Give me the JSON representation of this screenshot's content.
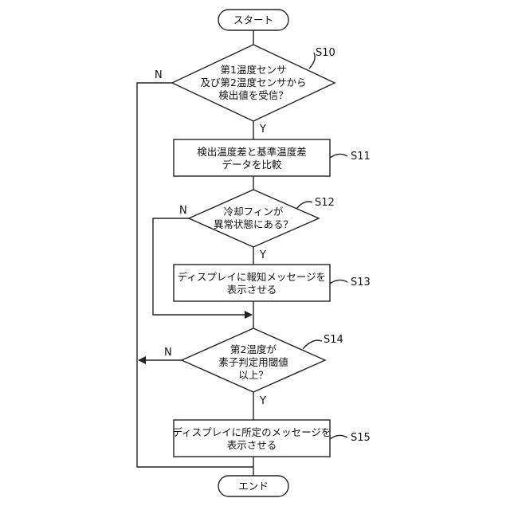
{
  "nodes": {
    "start": {
      "text": [
        "スタート"
      ]
    },
    "s10": {
      "step": "S10",
      "text": [
        "第1温度センサ",
        "及び第2温度センサから",
        "検出値を受信？"
      ]
    },
    "s11": {
      "step": "S11",
      "text": [
        "検出温度差と基準温度差",
        "データを比較"
      ]
    },
    "s12": {
      "step": "S12",
      "text": [
        "冷却フィンが",
        "異常状態にある？"
      ]
    },
    "s13": {
      "step": "S13",
      "text": [
        "ディスプレイに報知メッセージを",
        "表示させる"
      ]
    },
    "s14": {
      "step": "S14",
      "text": [
        "第2温度が",
        "素子判定用閾値",
        "以上？"
      ]
    },
    "s15": {
      "step": "S15",
      "text": [
        "ディスプレイに所定のメッセージを",
        "表示させる"
      ]
    },
    "end": {
      "text": [
        "エンド"
      ]
    }
  },
  "branch_labels": {
    "s10_yes": "Y",
    "s10_no": "N",
    "s12_yes": "Y",
    "s12_no": "N",
    "s14_yes": "Y",
    "s14_no": "N"
  }
}
